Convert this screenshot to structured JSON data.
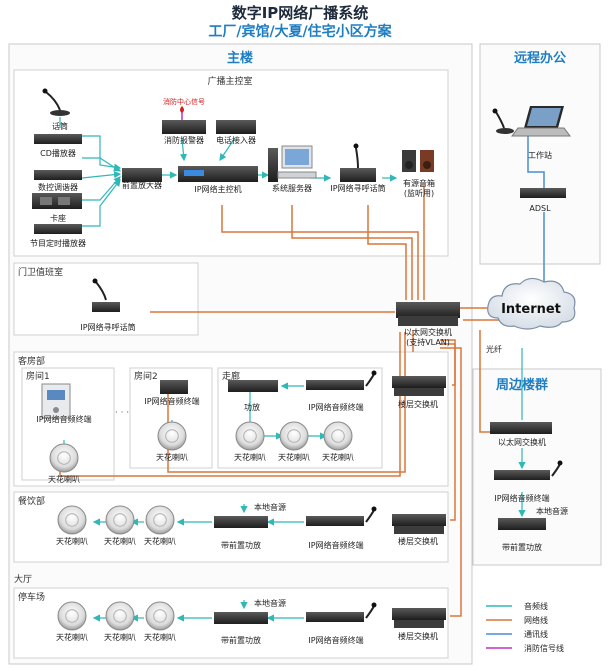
{
  "title": "数字IP网络广播系统",
  "subtitle": "工厂/宾馆/大夏/住宅小区方案",
  "colors": {
    "audio": "#2fb8b8",
    "network": "#d9773a",
    "comm": "#4a8fd0",
    "fire": "#c030c0",
    "heading": "#1f7ec2",
    "panel_border": "#c8c8c8"
  },
  "sections": {
    "main": "主楼",
    "remote": "远程办公",
    "nearby": "周边楼群",
    "control_room": "广播主控室",
    "gate": "门卫值班室",
    "guest": "客房部",
    "room1": "房间1",
    "room2": "房间2",
    "corridor": "走廊",
    "restaurant": "餐饮部",
    "lobby": "大厅",
    "parking": "停车场"
  },
  "labels": {
    "fire_signal": "消防中心信号",
    "mic": "话筒",
    "cd": "CD播放器",
    "tuner": "数控调谐器",
    "deck": "卡座",
    "timer": "节目定时播放器",
    "preamp": "前置放大器",
    "fire_trigger": "消防报警器",
    "phone": "电话接入器",
    "host": "IP网络主控机",
    "server": "系统服务器",
    "paging": "IP网络寻呼话筒",
    "speaker_box": "有源音箱",
    "speaker_box_sub": "(监听用)",
    "workstation": "工作站",
    "adsl": "ADSL",
    "internet": "Internet",
    "gate_paging": "IP网络寻呼话筒",
    "main_switch": "以太网交换机",
    "main_switch_sub": "(支持VLAN)",
    "fiber": "光纤",
    "room_terminal": "IP网络音频终端",
    "room2_terminal": "IP网络音频终端",
    "ceiling": "天花喇叭",
    "amp": "功放",
    "corridor_terminal": "IP网络音频终端",
    "floor_switch": "楼层交换机",
    "local_source": "本地音源",
    "preamp_amp": "带前置功放",
    "nearby_switch": "以太网交换机",
    "nearby_terminal": "IP网络音频终端",
    "dots": "· · ·"
  },
  "legend": [
    {
      "label": "音频线",
      "color": "#2fb8b8"
    },
    {
      "label": "网络线",
      "color": "#d9773a"
    },
    {
      "label": "通讯线",
      "color": "#4a8fd0"
    },
    {
      "label": "消防信号线",
      "color": "#c030c0"
    }
  ]
}
